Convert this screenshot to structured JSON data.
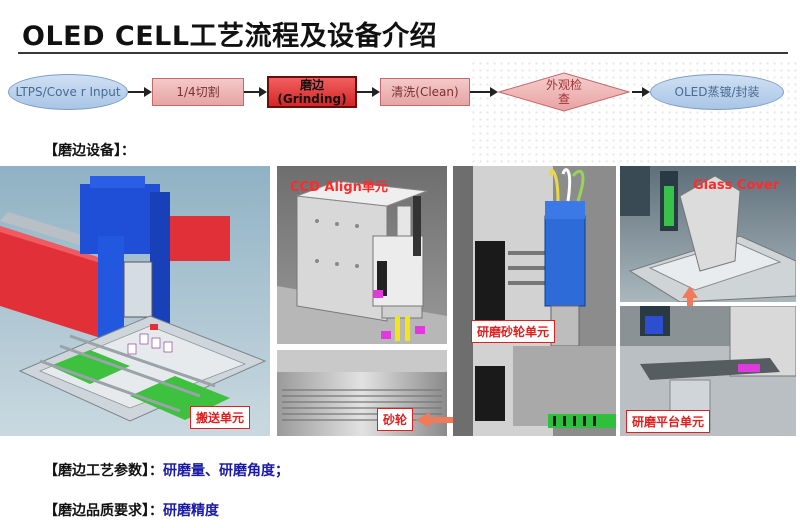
{
  "title": "OLED CELL工艺流程及设备介绍",
  "flow": {
    "steps": [
      {
        "label": "LTPS/Cove r Input",
        "shape": "ellipse"
      },
      {
        "label": "1/4切割",
        "shape": "box"
      },
      {
        "label": "磨边 (Grinding)",
        "shape": "box-active"
      },
      {
        "label": "清洗(Clean)",
        "shape": "box"
      },
      {
        "label": "外观检查",
        "shape": "diamond"
      },
      {
        "label": "OLED蒸镀/封装",
        "shape": "ellipse"
      }
    ]
  },
  "section_equipment": "【磨边设备】：",
  "images": {
    "transport_label": "搬送单元",
    "ccd_label": "CCD Align单元",
    "wheel_label": "砂轮",
    "grinding_wheel_unit_label": "研磨砂轮单元",
    "glass_cover_label": "Glass Cover",
    "grinding_platform_label": "研磨平台单元"
  },
  "params": {
    "heading": "【磨边工艺参数】：",
    "value": "研磨量、研磨角度；"
  },
  "quality": {
    "heading": "【磨边品质要求】：",
    "value": "研磨精度"
  },
  "colors": {
    "accent_blue": "#1a1aa8",
    "label_red": "#e02020",
    "machine_blue": "#1f4fd6",
    "machine_red": "#e0303a"
  }
}
